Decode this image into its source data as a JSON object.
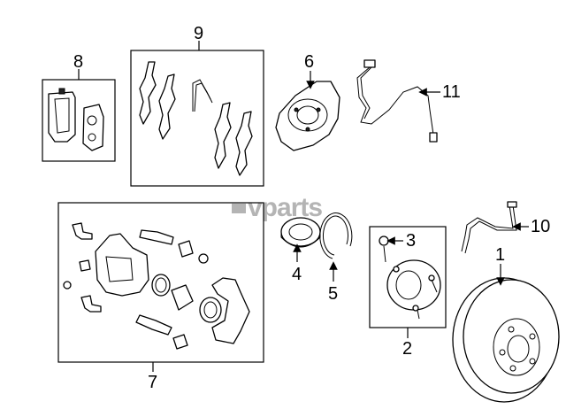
{
  "watermark": "vparts",
  "callouts": [
    "1",
    "2",
    "3",
    "4",
    "5",
    "6",
    "7",
    "8",
    "9",
    "10",
    "11"
  ]
}
